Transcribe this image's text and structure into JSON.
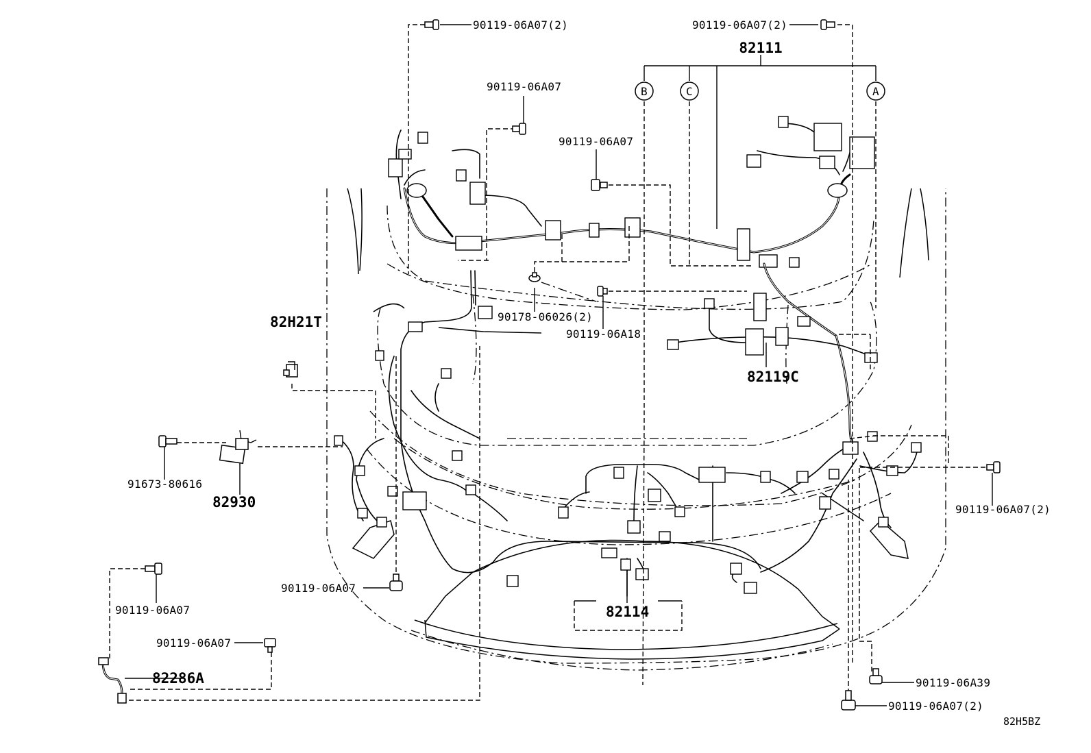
{
  "diagram": {
    "code": "82H5BZ",
    "main_harness": "82111",
    "callouts": {
      "bolt_top_left": "90119-06A07(2)",
      "bolt_top_right": "90119-06A07(2)",
      "bolt_upper_mid": "90119-06A07",
      "bolt_mid": "90119-06A07",
      "clip": "90178-06026(2)",
      "bolt_a18": "90119-06A18",
      "bracket": "82H21T",
      "relay_bolt": "91673-80616",
      "relay": "82930",
      "sub_harness_c": "82119C",
      "bolt_right": "90119-06A07(2)",
      "bolt_left_lower": "90119-06A07",
      "bolt_bottom_mid": "90119-06A07",
      "bolt_small": "90119-06A07",
      "wire_82286a": "82286A",
      "harness_front": "82114",
      "bolt_a39": "90119-06A39",
      "bolt_bottom_right": "90119-06A07(2)"
    },
    "circle_markers": [
      "B",
      "C",
      "A"
    ]
  }
}
